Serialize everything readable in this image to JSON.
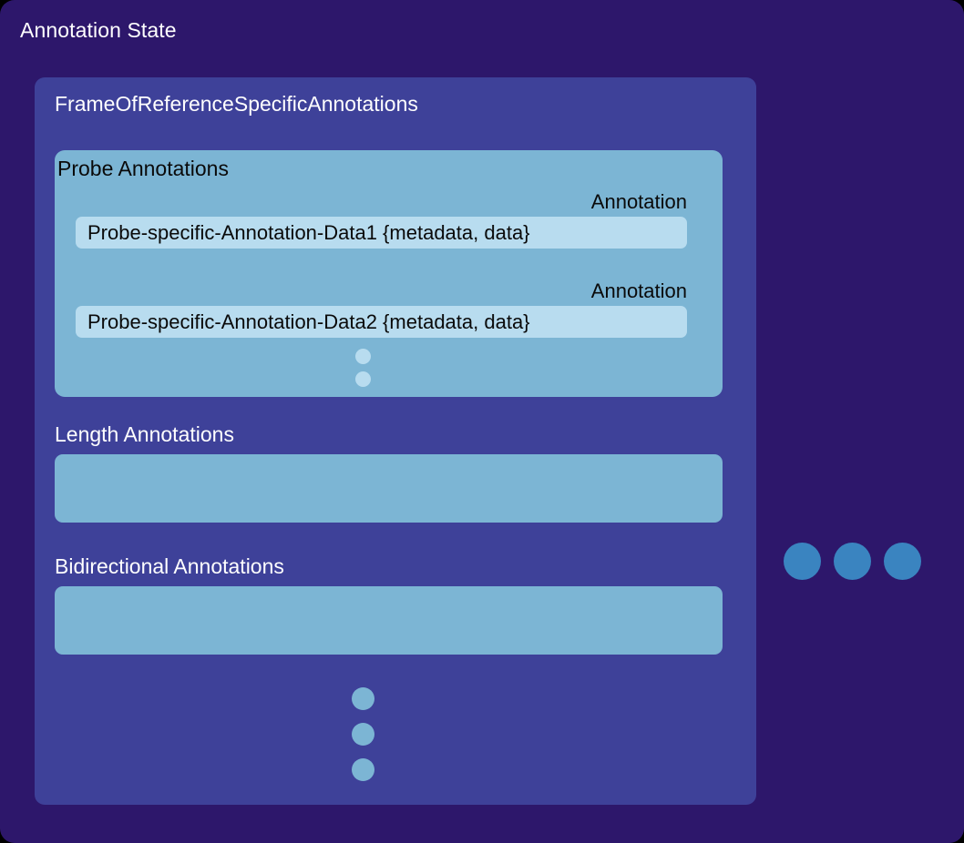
{
  "title": "Annotation State",
  "colors": {
    "background": "#2d176b",
    "panel": "#3e4199",
    "group": "#7cb5d4",
    "data_pill": "#b8dcef",
    "frame_dot": "#3a84c0",
    "text_light": "#ffffff",
    "text_dark": "#0a0a0a"
  },
  "frame_of_reference": {
    "title": "FrameOfReferenceSpecificAnnotations",
    "probe_group": {
      "title": "Probe Annotations",
      "annotations": [
        {
          "caption": "Annotation",
          "data": "Probe-specific-Annotation-Data1 {metadata, data}"
        },
        {
          "caption": "Annotation",
          "data": "Probe-specific-Annotation-Data2 {metadata, data}"
        }
      ],
      "more_indicator": "vertical-ellipsis",
      "more_dot_count": 2
    },
    "sections": [
      {
        "title": "Length Annotations",
        "content": ""
      },
      {
        "title": "Bidirectional Annotations",
        "content": ""
      }
    ],
    "more_indicator": "vertical-ellipsis",
    "more_dot_count": 3
  },
  "more_frames_indicator": {
    "type": "horizontal-ellipsis",
    "dot_count": 3
  }
}
